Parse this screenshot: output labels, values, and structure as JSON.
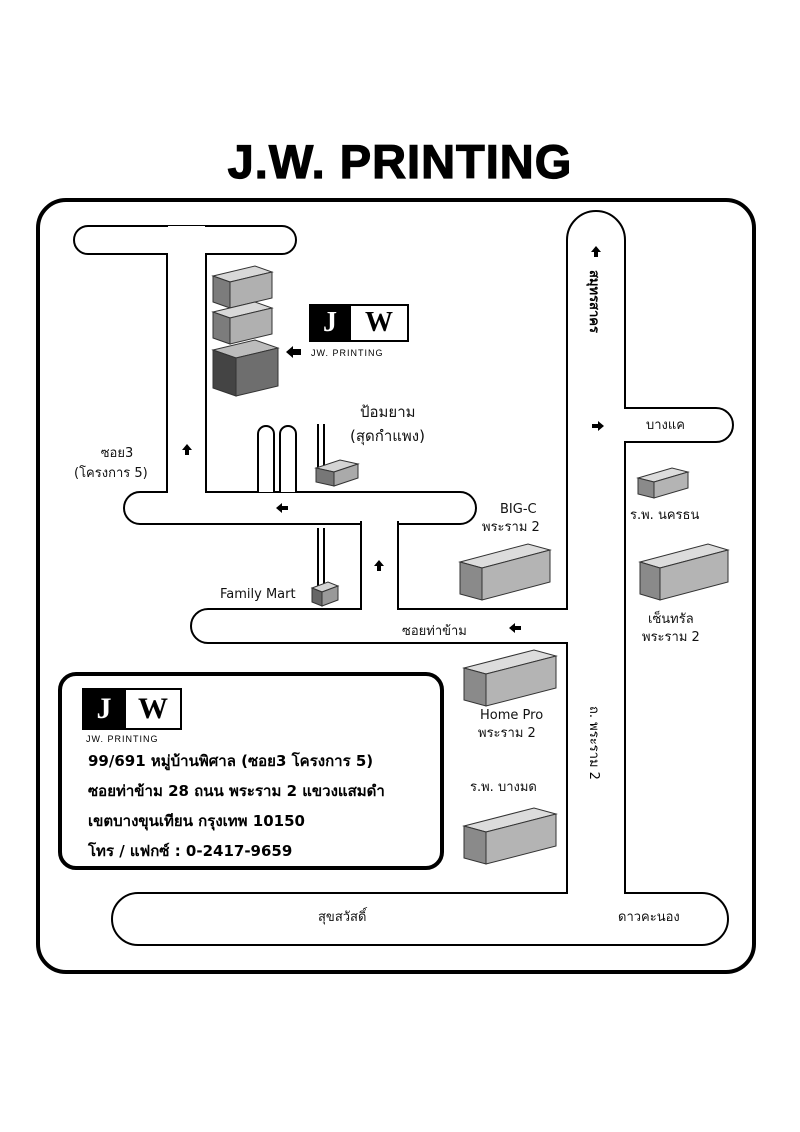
{
  "title": "J.W. PRINTING",
  "logo": {
    "letter_j": "J",
    "letter_w": "W",
    "caption": "JW. PRINTING",
    "caption_card": "JW. PRINTING"
  },
  "labels": {
    "soi3": "ซอย3",
    "soi3_project": "(โครงการ 5)",
    "pomyam": "ป้อมยาม",
    "pomyam_sub": "(สุดกำแพง)",
    "bigc": "BIG-C",
    "bigc_sub": "พระราม 2",
    "bangkhae": "บางแค",
    "hospital_nakhonthon": "ร.พ. นครธน",
    "central": "เซ็นทรัล",
    "central_sub": "พระราม 2",
    "family_mart": "Family Mart",
    "soi_tha_kham": "ซอยท่าข้าม",
    "home_pro": "Home Pro",
    "home_pro_sub": "พระราม 2",
    "hospital_bangmod": "ร.พ. บางมด",
    "samut_sakhon": "สมุทรสาคร",
    "rama2_road": "ถ. พระราม 2",
    "suksawat": "สุขสวัสดิ์",
    "dao_khanong": "ดาวคะนอง"
  },
  "address": [
    "99/691  หมู่บ้านพิศาล  (ซอย3  โครงการ  5)",
    "ซอยท่าข้าม 28 ถนน พระราม 2 แขวงแสมดำ",
    "เขตบางขุนเทียน กรุงเทพ 10150",
    "โทร / แฟกซ์ : 0-2417-9659"
  ],
  "colors": {
    "ink": "#000000",
    "block_light": "#b8b8b8",
    "block_mid": "#8e8e8e",
    "block_dark": "#5a5a5a"
  },
  "icons": [
    "arrow-icon",
    "building-icon",
    "gate-pillar-icon"
  ]
}
